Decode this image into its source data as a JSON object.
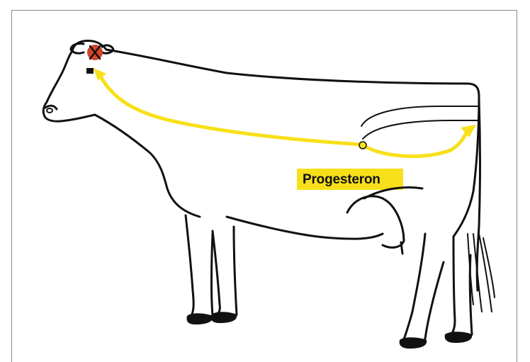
{
  "label": {
    "text": "Progesteron"
  },
  "colors": {
    "accent_yellow": "#f7e01a",
    "marker_red": "#d2452b",
    "outline": "#111111",
    "frame": "#8a8a8a"
  },
  "icons": {
    "source_marker": "small-yellow-circle",
    "target_marker": "red-x-circle"
  }
}
